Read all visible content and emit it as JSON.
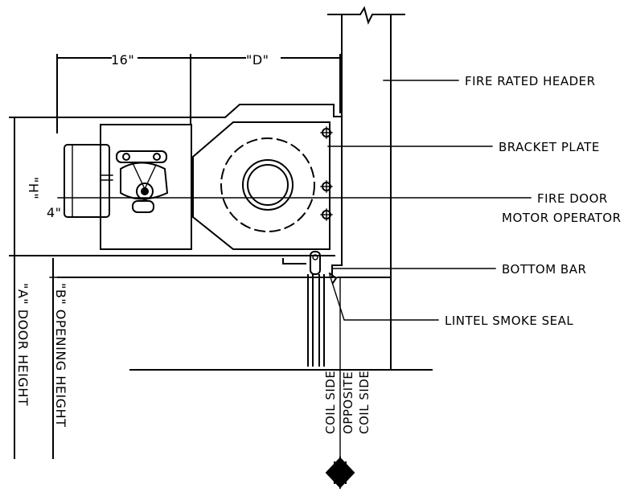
{
  "labels": {
    "fire_rated_header": "FIRE RATED HEADER",
    "bracket_plate": "BRACKET PLATE",
    "fire_door": "FIRE DOOR",
    "motor_operator": "MOTOR OPERATOR",
    "bottom_bar": "BOTTOM BAR",
    "lintel_smoke_seal": "LINTEL SMOKE SEAL"
  },
  "dimensions": {
    "width_16": "16\"",
    "d": "\"D\"",
    "h": "\"H\"",
    "four": "4\"",
    "a_door_height": "\"A\" DOOR HEIGHT",
    "b_opening_height": "\"B\" OPENING HEIGHT"
  },
  "sides": {
    "coil_side": "COIL SIDE",
    "opposite_coil_side_1": "OPPOSITE",
    "opposite_coil_side_2": "COIL SIDE"
  }
}
